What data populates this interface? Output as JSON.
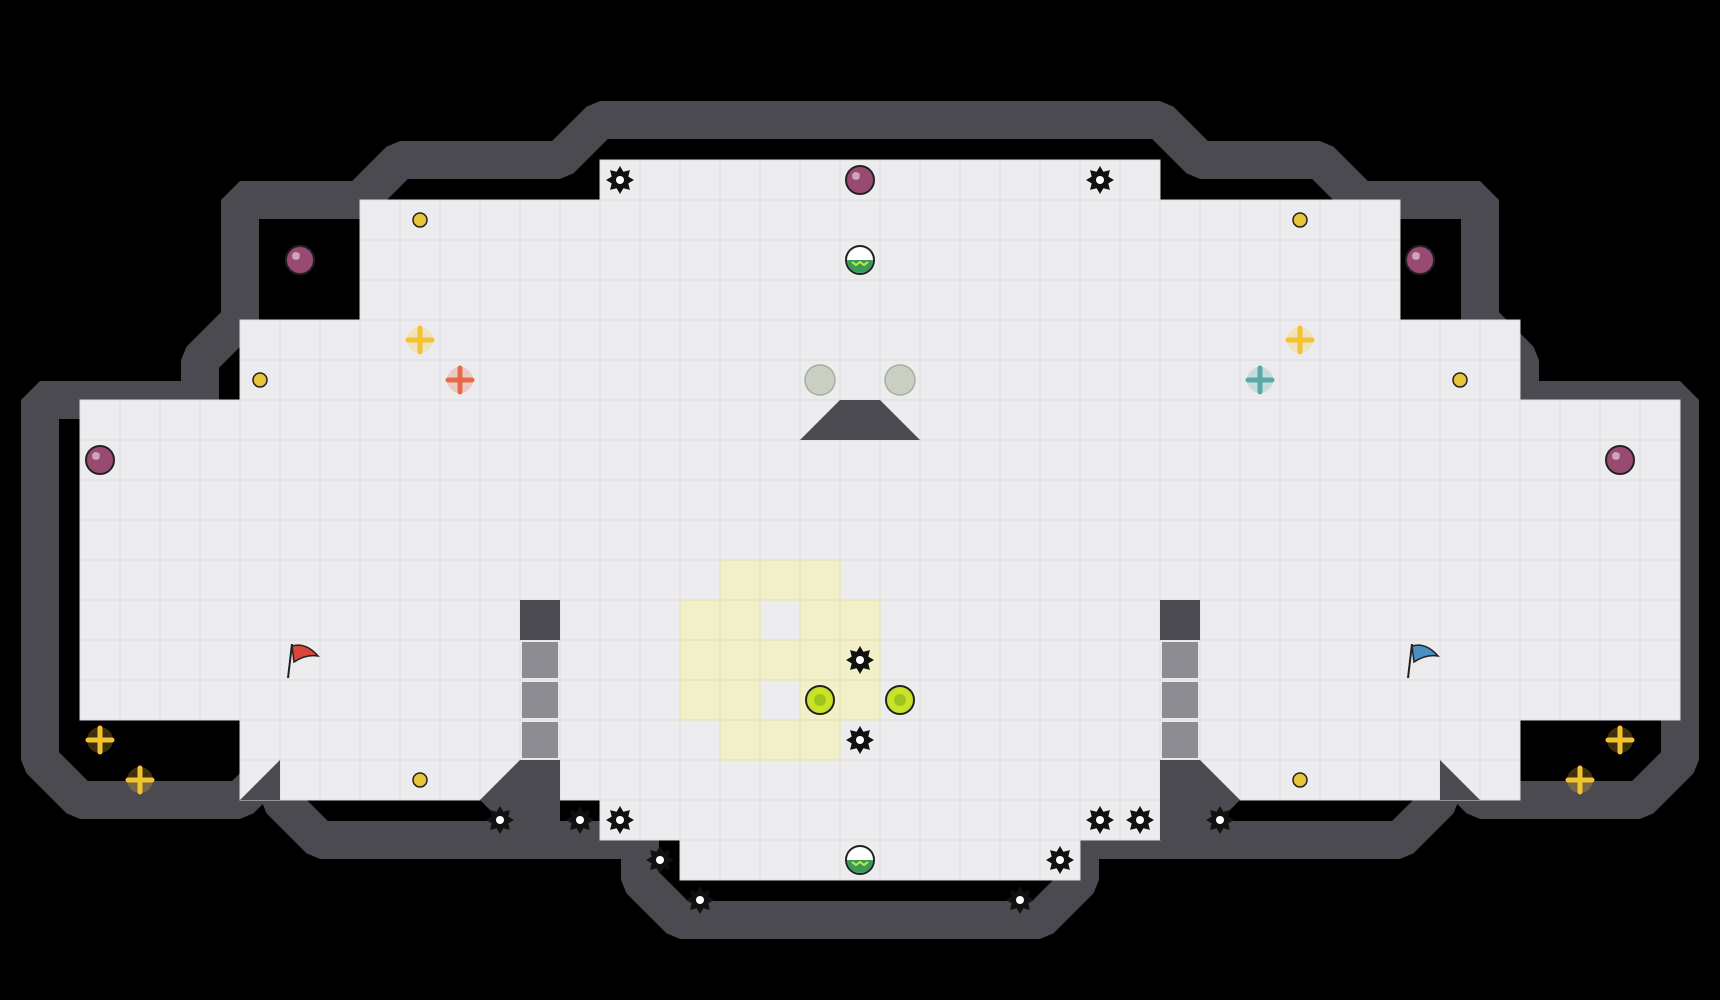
{
  "map": {
    "rows": 20,
    "cols": 40,
    "teams": [
      {
        "name": "red",
        "color": "#d9473a"
      },
      {
        "name": "blue",
        "color": "#4a8fc4"
      }
    ]
  },
  "palette": {
    "floor": "#ececee",
    "wall": "#4a4a50",
    "zone": "#f1f0c8",
    "spike": "#111111",
    "boost": "#f2c232",
    "red_boost": "#e8694a",
    "blue_boost": "#5aa8a8",
    "bomb": "#9a4a72",
    "powerup": "#3a9a5a",
    "button": "#e8c43a",
    "toggle": "#c8e228"
  },
  "icons": {
    "spike": "spike-icon",
    "boost": "boost-icon",
    "bomb": "bomb-icon",
    "powerup": "powerup-icon",
    "flag": "flag-icon",
    "button": "button-icon",
    "toggle": "toggle-icon",
    "gate": "gate-icon",
    "portal": "portal-icon"
  }
}
